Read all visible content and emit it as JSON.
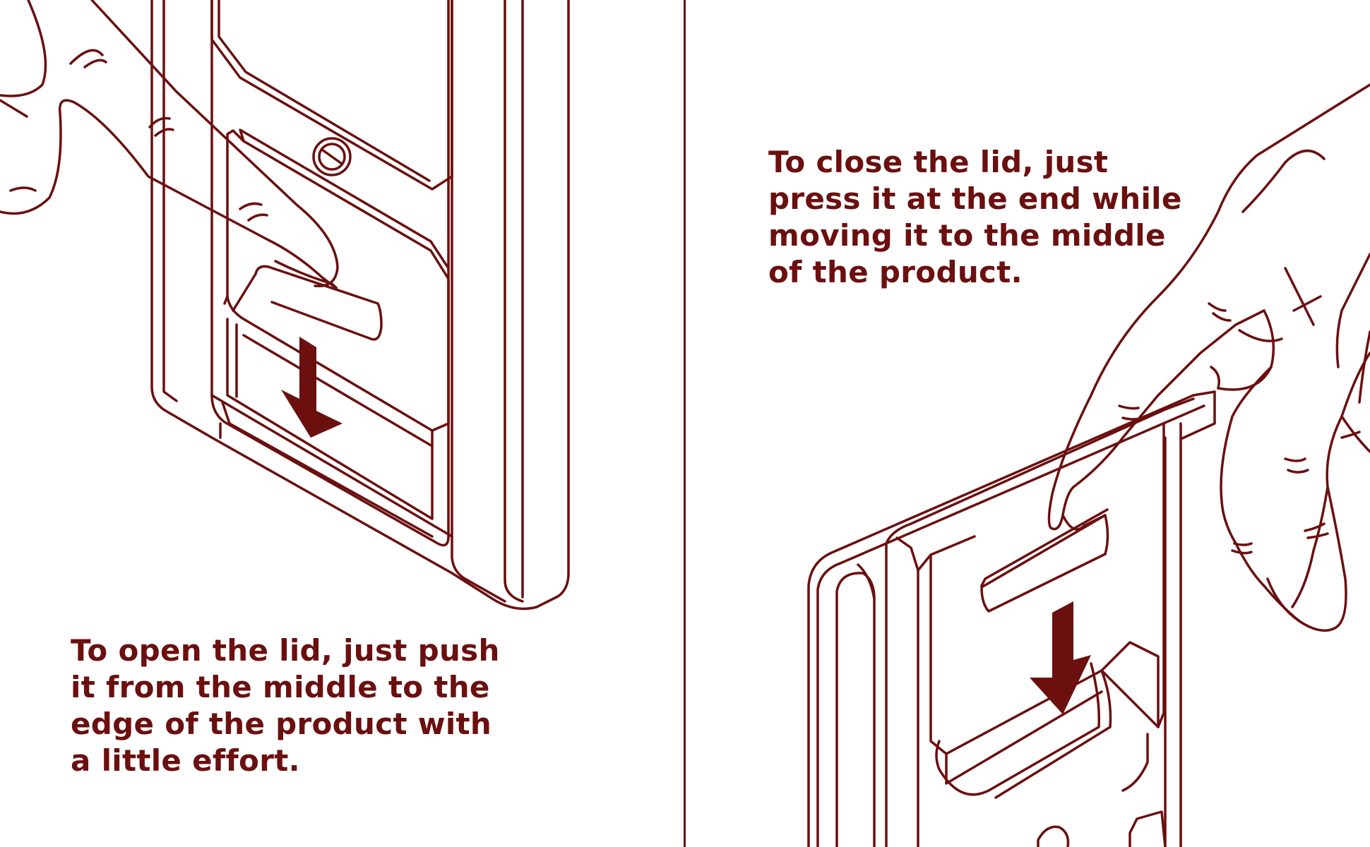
{
  "colors": {
    "ink": "#6b0f0f",
    "background": "#ffffff"
  },
  "left_panel": {
    "illustration": "finger-pushing-lid-open",
    "arrow": "down-arrow-icon",
    "instruction_lines": [
      "To open the lid, just push",
      "it from the middle to the",
      "edge of the product with",
      "a little effort."
    ]
  },
  "right_panel": {
    "illustration": "hand-pressing-lid-closed",
    "arrow": "down-arrow-icon",
    "instruction_lines": [
      "To close the lid, just",
      "press it at the end while",
      "moving it to the middle",
      "of the product."
    ]
  }
}
